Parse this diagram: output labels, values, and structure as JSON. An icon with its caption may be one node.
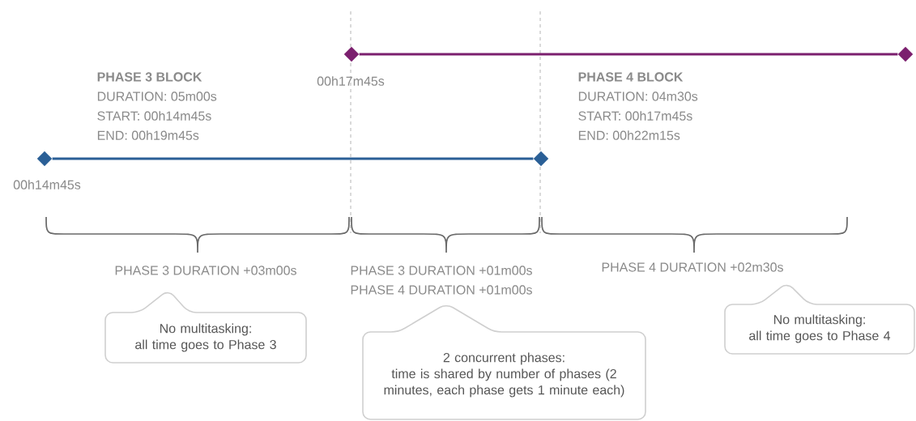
{
  "diagram": {
    "nodes": [
      {
        "text": [],
        "shape": "diamond",
        "beside": [
          "00h14m45s"
        ]
      },
      {
        "text": [],
        "shape": "diamond"
      },
      {
        "text": [],
        "shape": "diamond",
        "beside": [
          "00h17m45s"
        ]
      },
      {
        "text": [],
        "shape": "diamond"
      },
      {
        "text": [
          "No multitasking:",
          "all time goes to Phase 3"
        ]
      },
      {
        "text": [
          "2 concurrent phases:",
          "time is shared by number of phases (2 minutes, each phase gets 1 minute each)"
        ]
      },
      {
        "text": [
          "No multitasking:",
          "all time goes to Phase 4"
        ]
      }
    ],
    "edges": [
      {
        "from": 0,
        "to": 1,
        "arrow": "none",
        "color": "#2a5f96"
      },
      {
        "from": 2,
        "to": 3,
        "arrow": "none",
        "color": "#7b1f6e"
      }
    ],
    "labels": [
      "PHASE 3 BLOCK",
      "DURATION: 05m00s",
      "START: 00h14m45s",
      "END: 00h19m45s",
      "PHASE 4 BLOCK",
      "DURATION: 04m30s",
      "START: 00h17m45s",
      "END: 00h22m15s",
      "PHASE 3 DURATION +03m00s",
      "PHASE 3 DURATION +01m00s",
      "PHASE 4 DURATION +01m00s",
      "PHASE 4 DURATION +02m30s"
    ]
  }
}
